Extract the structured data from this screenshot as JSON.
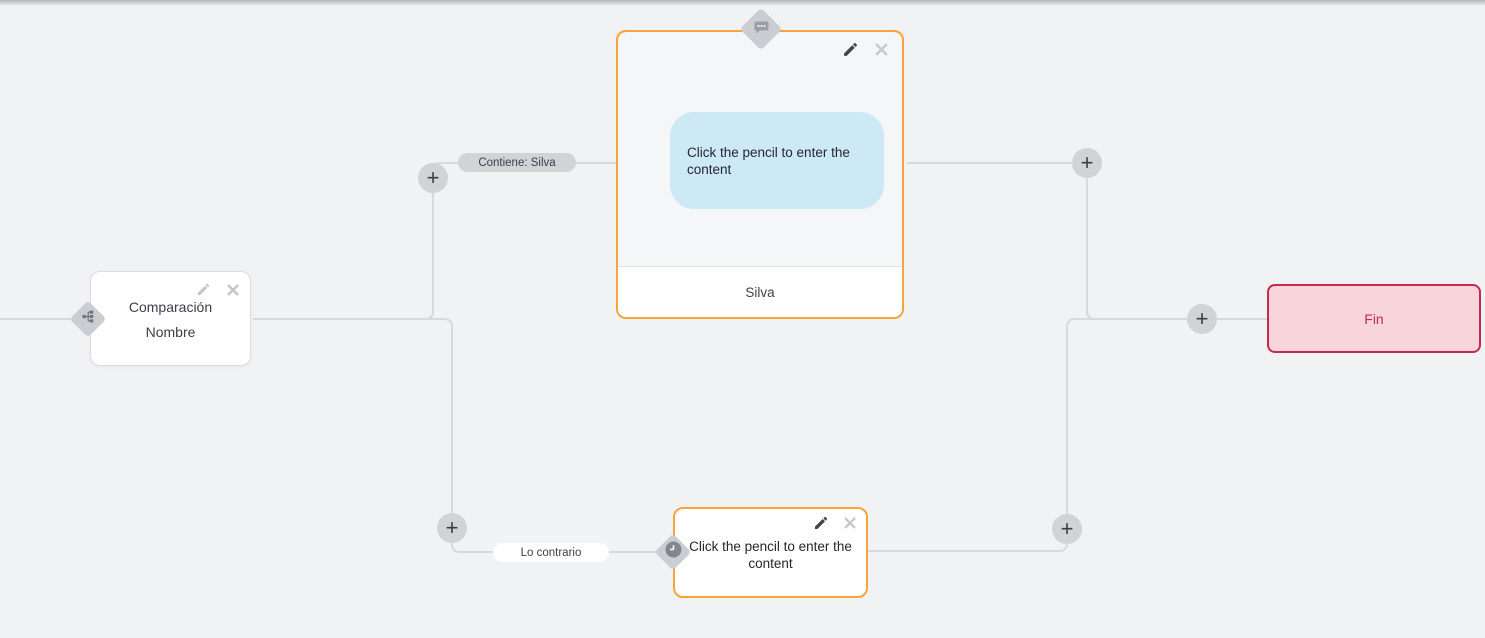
{
  "ui": {
    "plus": "+"
  },
  "edges": {
    "contains_label": "Contiene: Silva",
    "otherwise_label": "Lo contrario"
  },
  "nodes": {
    "comparison": {
      "line1": "Comparación",
      "line2": "Nombre"
    },
    "message": {
      "bubble_text": "Click the pencil to enter the content",
      "footer_label": "Silva"
    },
    "delay": {
      "placeholder_text": "Click the pencil to enter the content"
    },
    "end": {
      "label": "Fin"
    }
  },
  "colors": {
    "canvas_bg": "#f1f2f4",
    "edge": "#d8d9dc",
    "node_accent_orange": "#f9a33b",
    "end_border": "#c5294d",
    "end_bg": "#f7d5da",
    "bubble_bg": "#cee9f6"
  }
}
